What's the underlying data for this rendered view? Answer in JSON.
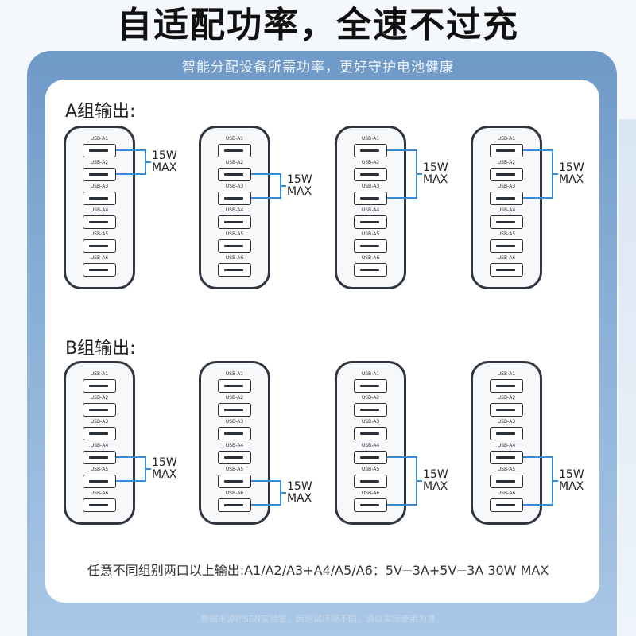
{
  "headline": "自适配功率，全速不过充",
  "subtitle": "智能分配设备所需功率，更好守护电池健康",
  "group_a_label": "A组输出:",
  "group_b_label": "B组输出:",
  "ports": [
    "USB-A1",
    "USB-A2",
    "USB-A3",
    "USB-A4",
    "USB-A5",
    "USB-A6"
  ],
  "watt_label": "15W",
  "max_label": "MAX",
  "group_a": [
    {
      "pair": [
        "USB-A1",
        "USB-A2"
      ]
    },
    {
      "pair": [
        "USB-A2",
        "USB-A3"
      ]
    },
    {
      "pair": [
        "USB-A1",
        "USB-A3"
      ]
    },
    {
      "pair": [
        "USB-A1",
        "USB-A3"
      ]
    }
  ],
  "group_b": [
    {
      "pair": [
        "USB-A4",
        "USB-A5"
      ]
    },
    {
      "pair": [
        "USB-A5",
        "USB-A6"
      ]
    },
    {
      "pair": [
        "USB-A4",
        "USB-A6"
      ]
    },
    {
      "pair": [
        "USB-A4",
        "USB-A6"
      ]
    }
  ],
  "footnote": "任意不同组别两口以上输出:A1/A2/A3+A4/A5/A6：5V⎓3A+5V⎓3A 30W MAX",
  "disclaimer": "数据来源PISEN实验室，因测试环境不同，请以实际使用为准",
  "colors": {
    "accent": "#3a8ad6",
    "frame": "#7fa6d0"
  }
}
